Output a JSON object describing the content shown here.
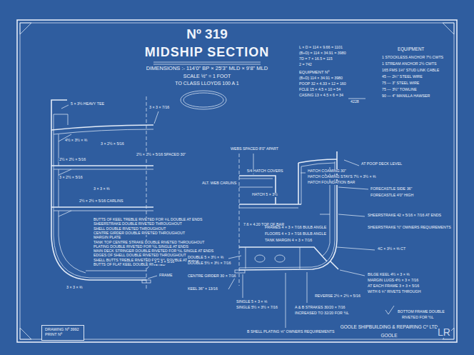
{
  "diagram": {
    "title": "MIDSHIP SECTION",
    "nodes": [
      {
        "text": [
          "DRAWING Nº 3992",
          "PRINT Nº"
        ]
      }
    ],
    "labels": [
      "Nº 319",
      "DIMENSIONS :- 114'0\" BP × 25'3\" MLD × 9'8\" MLD",
      "SCALE ½\" = 1 FOOT",
      "TO CLASS LLOYDS 100 A 1",
      "L × D = 114 × 9.66 = 1101",
      "(B+D) = 114 × 34.91 = 3980",
      "7D = 7 × 16.5 = 115",
      "2 = 742",
      "EQUIPMENT Nº",
      "(B+D) 114 × 34.91 = 3980",
      "POOP 32 × 4.33 × 12 = 160",
      "FCLE 15 × 4.5 × 10 = 54",
      "CASING 13 × 4.5 × 6 = 34",
      "4228",
      "EQUIPMENT",
      "1 STOCKLESS ANCHOR 7½ CWTS",
      "1 STREAM ANCHOR 2½ CWTS",
      "165 FMS 1⅛\" STUD LINK CABLE",
      "45 — 2¼\" STEEL WIRE",
      "75 — 3\" STEEL WIRE",
      "75 — 3½\" TOWLINE",
      "90 — 4\" MANILLA HAWSER",
      "5 × 3½ HEAVY TEE",
      "3 × 3 × 7/16",
      "4½ × 3½ × ⅜",
      "3 × 2½ × 5/16",
      "2½ × 2½ × 5/16 SPACED 30\"",
      "2½ × 2½ × 5/16",
      "3 × 2½ × 5/16",
      "3 × 3 × ⅜",
      "2½ × 2½ × 5/16 CARLINS",
      "BUTTS OF KEEL TREBLE RIVETED FOR ¾L DOUBLE AT ENDS",
      "SHEERSTRAKE DOUBLE RIVETED THROUGHOUT",
      "SHELL DOUBLE RIVETED THROUGHOUT",
      "CENTRE GIRDER DOUBLE RIVETED THROUGHOUT",
      "MARGIN PLATE",
      "TANK TOP CENTRE STRAKE DOUBLE RIVETED THROUGHOUT",
      "PLATING DOUBLE RIVETED FOR ½L SINGLE AT ENDS",
      "MAIN DECK STRINGER DOUBLE RIVETED FOR ½L SINGLE AT ENDS",
      "EDGES OF SHELL DOUBLE RIVETED THROUGHOUT",
      "SHELL BUTTS TREBLE RIVETED FOR ½L DOUBLE AT ENDS",
      "BUTTS OF FLAT KEEL DOUBLE RIVETED",
      "3 × 3 × 5/16",
      "FRAME",
      "3 × 3 × ⅜",
      "WEBS SPACED 8'0\" APART",
      "5/4 HATCH COVERS",
      "ALT. WEB CARLINS",
      "HATCH 5 × 3½",
      "HATCH COAMING 30\"",
      "HATCH COAMING STAYS 7½ × 3½ × ⅜",
      "HATCH FOUNDATION BAR",
      "AT POOP DECK LEVEL",
      "FORECASTLE SIDE 36\"",
      "FORECASTLE 4'0\" HIGH",
      "7.6 × 4.20 TOP OF BAR",
      "SHEERSTRAKE 42 × 5/16 × 7/16 AT ENDS",
      "SHEERSTRAKE ½\" OWNERS REQUIREMENTS",
      "4C × 3½ × ⅜ CT",
      "FRAMES 4 × 3 × 7/16 BULB ANGLE",
      "FLOORS 4 × 3 × 7/16 BULB ANGLE",
      "TANK MARGIN 4 × 3 × 7/16",
      "BILGE KEEL 4½ × 3 × ⅜",
      "MARGIN LUGS 4½ × 3 × 7/16",
      "AT EACH FRAME 3 × 3 × 5/16",
      "WITH 6 ¾\" RIVETS THROUGH",
      "REVERSE 2½ × 2½ × 5/16",
      "DOUBLE 5 × 3½ × ⅜",
      "DOUBLE 5½ × 3½ × 7/16",
      "KEEL 36\" × 13/16",
      "CENTRE GIRDER 30 × 7/16",
      "SINGLE 5 × 3 × ⅝",
      "SINGLE 5½ × 3½ × 7/16",
      "A & B STRAKES 30/20 × 7/16",
      "INCREASED TO 32/20 FOR ½L",
      "B SHELL PLATING ⅝\" OWNERS REQUIREMENTS",
      "BOTTOM FRAME DOUBLE",
      "RIVETED FOR ½L",
      "GOOLE SHIPBUILDING & REPAIRING Cº LTD",
      "GOOLE",
      "LR"
    ]
  }
}
